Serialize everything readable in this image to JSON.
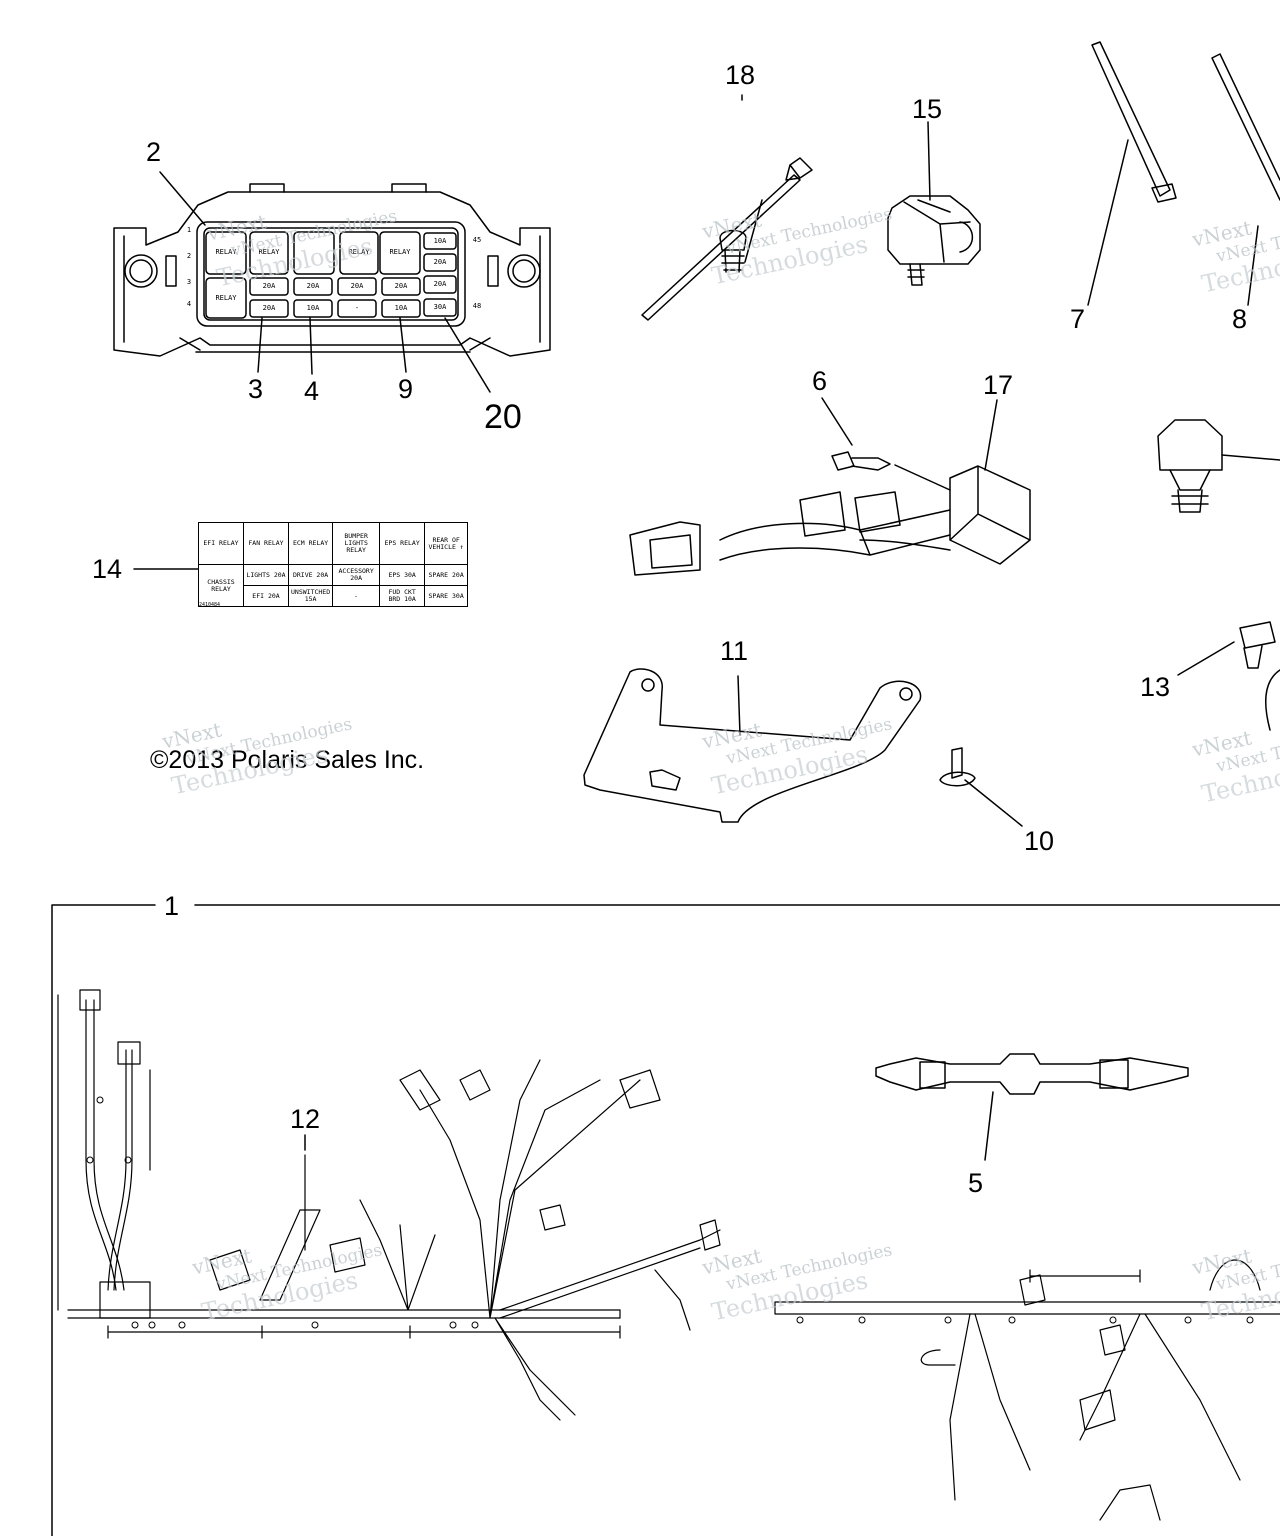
{
  "copyright": "©2013 Polaris Sales Inc.",
  "watermark": {
    "line1": "vNext",
    "line2": "vNext Technologies",
    "line3": "Technologies"
  },
  "callouts": {
    "c1": "1",
    "c2": "2",
    "c3": "3",
    "c4": "4",
    "c5": "5",
    "c6": "6",
    "c7": "7",
    "c8": "8",
    "c9": "9",
    "c10": "10",
    "c11": "11",
    "c12": "12",
    "c13": "13",
    "c14": "14",
    "c15": "15",
    "c17": "17",
    "c18": "18",
    "c20": "20"
  },
  "fuse_box": {
    "pins": [
      "1",
      "2",
      "3",
      "4",
      "45",
      "48"
    ],
    "top_row": [
      "RELAY",
      "RELAY",
      "",
      "RELAY",
      "RELAY",
      "10A"
    ],
    "mid_row": [
      "RELAY",
      "20A",
      "20A",
      "20A",
      "20A",
      "20A"
    ],
    "bottom_row": [
      "20A",
      "10A",
      "-",
      "10A",
      "30A"
    ],
    "extra": "20A"
  },
  "fuse_table": {
    "headers": [
      "EFI RELAY",
      "FAN RELAY",
      "ECM RELAY",
      "BUMPER LIGHTS RELAY",
      "EPS RELAY",
      "REAR OF VEHICLE ↑"
    ],
    "side_label": "CHASSIS RELAY",
    "row1": [
      "LIGHTS 20A",
      "DRIVE 20A",
      "ACCESSORY 20A",
      "EPS 30A",
      "SPARE 20A"
    ],
    "row2": [
      "EFI 20A",
      "UNSWITCHED 15A",
      "-",
      "FUD CKT BRD 10A",
      "SPARE 30A"
    ],
    "part_no": "2410484"
  },
  "colors": {
    "line": "#000000",
    "watermark": "#b9c3c7",
    "background": "#ffffff"
  }
}
